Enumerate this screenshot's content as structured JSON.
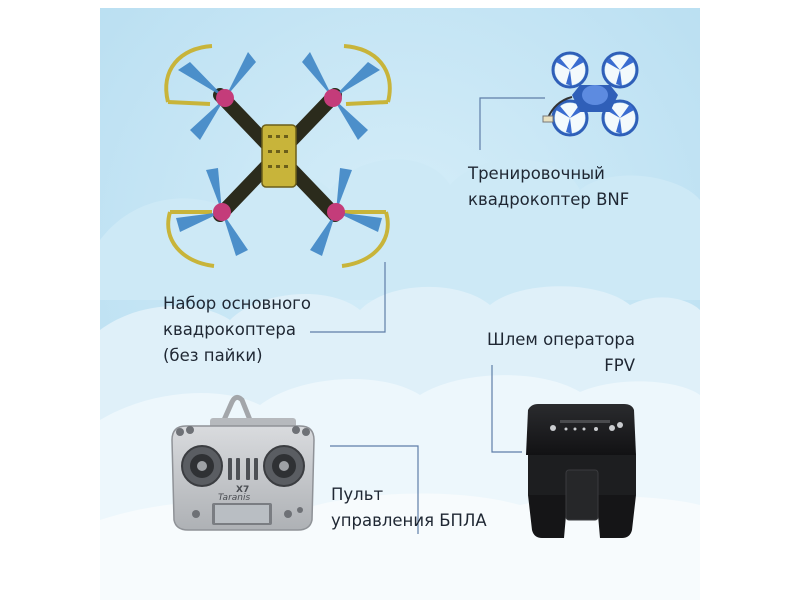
{
  "items": {
    "trainer_quad": {
      "line1": "Тренировочный",
      "line2": "квадрокоптер BNF"
    },
    "main_quad_kit": {
      "line1": "Набор основного",
      "line2": "квадрокоптера",
      "line3": "(без пайки)"
    },
    "fpv_goggles": {
      "line1": "Шлем оператора",
      "line2": "FPV"
    },
    "remote_control": {
      "line1": "Пульт",
      "line2": "управления БПЛА"
    }
  },
  "radio": {
    "brand": "Taranis",
    "model": "X7"
  },
  "colors": {
    "sky": "#c4e6f5",
    "cloud": "#e9f5fb",
    "leader_line": "#5f7ea8",
    "text": "#1f2733",
    "quad_frame": "#c8b43a",
    "propeller": "#3f86c6",
    "trainer_body": "#2f5fb8",
    "goggles": "#1b1c1e",
    "radio_body": "#c7c9cc"
  }
}
